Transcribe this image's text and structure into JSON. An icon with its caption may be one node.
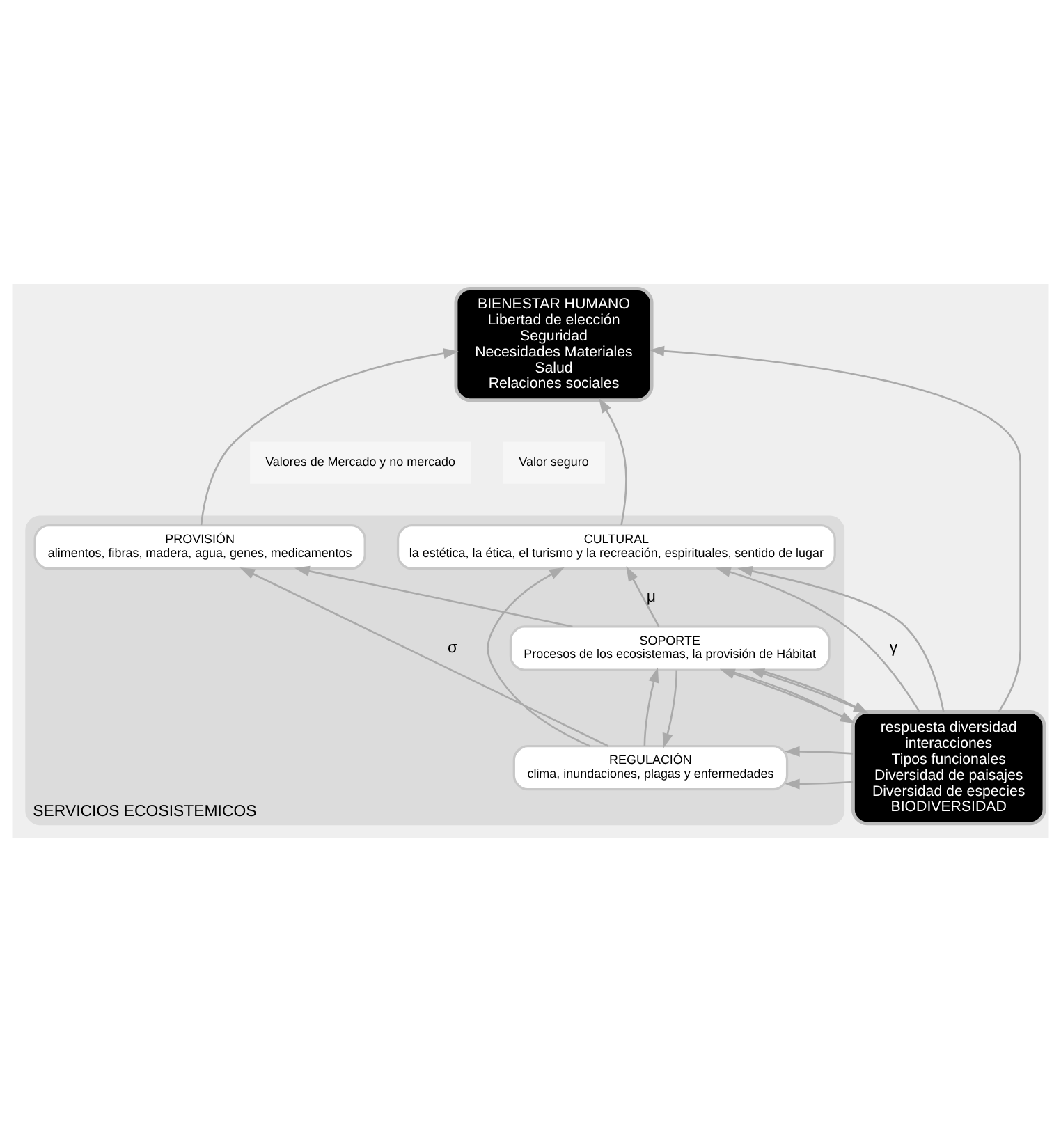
{
  "diagram": {
    "nodes": [
      {
        "text": [
          "BIENESTAR HUMANO",
          "Libertad de elección",
          "Seguridad",
          "Necesidades Materiales",
          "Salud",
          "Relaciones sociales"
        ]
      },
      {
        "text": [
          "SERVICIOS ECOSISTEMICOS"
        ]
      },
      {
        "text": [
          "PROVISIÓN",
          "alimentos, fibras, madera, agua, genes, medicamentos"
        ],
        "in": 1
      },
      {
        "text": [
          "CULTURAL",
          "la estética, la ética, el turismo y la recreación, espirituales, sentido de lugar"
        ],
        "in": 1
      },
      {
        "text": [
          "REGULACIÓN",
          "clima, inundaciones, plagas y enfermedades"
        ],
        "in": 1
      },
      {
        "text": [
          "SOPORTE",
          "Procesos de los ecosistemas, la provisión de Hábitat"
        ],
        "in": 1
      },
      {
        "text": [
          "respuesta diversidad",
          "interacciones",
          "Tipos funcionales",
          "Diversidad de paisajes",
          "Diversidad de especies",
          "BIODIVERSIDAD"
        ]
      }
    ],
    "edges": [
      {
        "from": 6,
        "to": 0,
        "arrow": "to"
      },
      {
        "from": 2,
        "to": 0,
        "arrow": "to"
      },
      {
        "from": 3,
        "to": 0,
        "arrow": "to"
      },
      {
        "from": 4,
        "to": 2,
        "arrow": "to",
        "label": "σ"
      },
      {
        "from": 4,
        "to": 3,
        "arrow": "to"
      },
      {
        "from": 5,
        "to": 2,
        "arrow": "to"
      },
      {
        "from": 5,
        "to": 3,
        "arrow": "to",
        "label": "μ"
      },
      {
        "from": 6,
        "to": 3,
        "arrow": "to",
        "label": "γ"
      },
      {
        "from": 6,
        "to": 4,
        "arrow": "to"
      },
      {
        "from": 6,
        "to": 3,
        "arrow": "to"
      },
      {
        "from": 4,
        "to": 5,
        "arrow": "to"
      },
      {
        "from": 5,
        "to": 4,
        "arrow": "to"
      },
      {
        "from": 6,
        "to": 4,
        "arrow": "to"
      },
      {
        "from": 5,
        "to": 6,
        "arrow": "to"
      },
      {
        "from": 6,
        "to": 5,
        "arrow": "to"
      },
      {
        "from": 6,
        "to": 5,
        "arrow": "to"
      },
      {
        "from": 5,
        "to": 6,
        "arrow": "to"
      }
    ],
    "labels": [
      "Valor seguro",
      "Valores de Mercado y no mercado"
    ]
  }
}
